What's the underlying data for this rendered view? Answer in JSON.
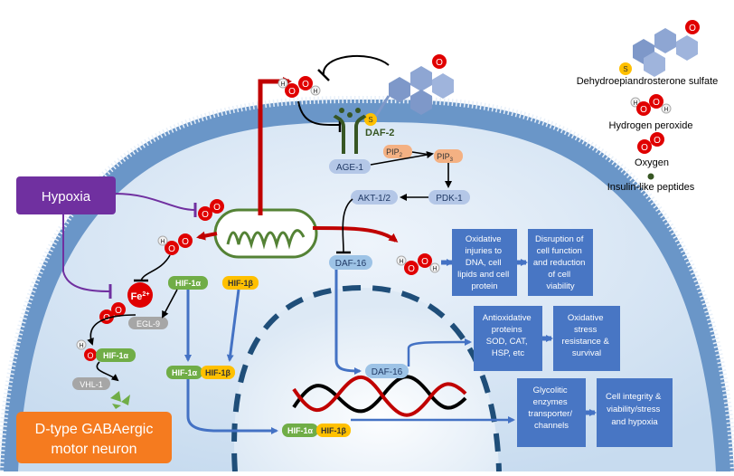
{
  "legend": {
    "dhea": "Dehydroepiandrosterone sulfate",
    "h2o2": "Hydrogen peroxide",
    "oxygen": "Oxygen",
    "ilp": "Insulin-like peptides"
  },
  "atoms": {
    "o": "O",
    "h": "H",
    "s": "S"
  },
  "hypoxia": "Hypoxia",
  "neuron": {
    "line1": "D-type GABAergic",
    "line2": "motor neuron"
  },
  "receptor": "DAF-2",
  "proteins": {
    "age1": "AGE-1",
    "pdk1": "PDK-1",
    "akt": "AKT-1/2",
    "daf16": "DAF-16",
    "daf16_nuc": "DAF-16",
    "egl9": "EGL-9",
    "vhl1": "VHL-1",
    "hif1a": "HIF-1α",
    "hif1b": "HIF-1β"
  },
  "pip2": {
    "base": "PIP",
    "sub": "2"
  },
  "pip3": {
    "base": "PIP",
    "sub": "3"
  },
  "fe": {
    "base": "Fe",
    "sup": "2+"
  },
  "outcomes": {
    "box1": [
      "Oxidative",
      "injuries to",
      "DNA, cell",
      "lipids and cell",
      "protein"
    ],
    "box2": [
      "Disruption of",
      "cell function",
      "and reduction",
      "of cell",
      "viability"
    ],
    "box3": [
      "Antioxidative",
      "proteins",
      "SOD, CAT,",
      "HSP, etc"
    ],
    "box4": [
      "Oxidative",
      "stress",
      "resistance &",
      "survival"
    ],
    "box5": [
      "Glycolitic",
      "enzymes",
      "transporter/",
      "channels"
    ],
    "box6": [
      "Cell integrity &",
      "viability/stress",
      "and hypoxia"
    ]
  },
  "colors": {
    "membrane": "#5f8fc4",
    "cytoplasm": "#cfe0f1",
    "bluebox": "#4876c4",
    "red": "#c00000",
    "purple": "#7030a0",
    "green": "#70ad47",
    "yellow": "#ffc000",
    "orange": "#f57b1f",
    "mito": "#548235",
    "nucleus": "#1f4e79"
  }
}
